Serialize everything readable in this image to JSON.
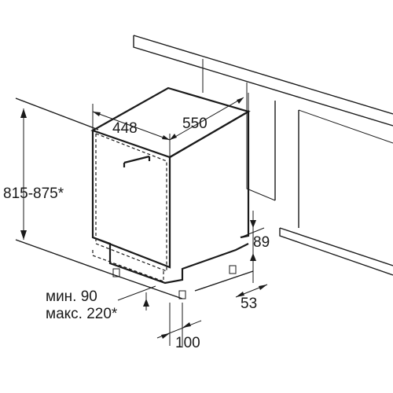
{
  "dimensions": {
    "width": "448",
    "depth": "550",
    "height": "815-875*",
    "toe_height": "89",
    "toe_depth": "53",
    "toe_offset": "100",
    "min_label": "мин. 90",
    "max_label": "макс. 220*"
  },
  "colors": {
    "line": "#1a1a1a",
    "background": "#ffffff"
  }
}
